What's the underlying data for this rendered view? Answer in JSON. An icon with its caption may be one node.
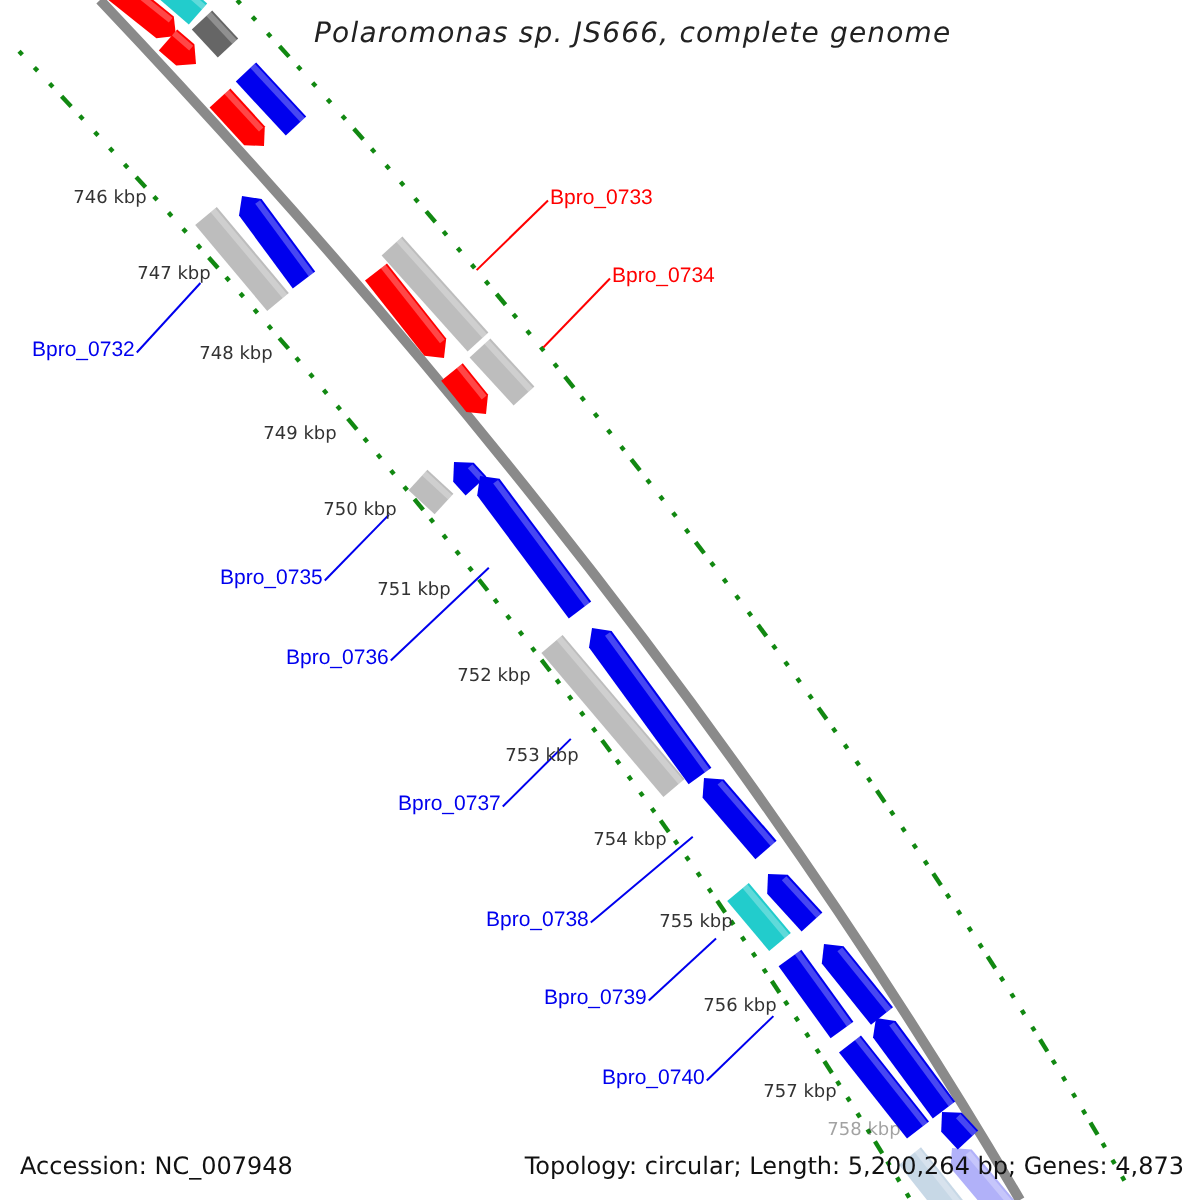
{
  "diagram": {
    "title": "Polaromonas sp. JS666, complete genome",
    "nodes": [
      {
        "text": [
          "Bpro_0733"
        ]
      },
      {
        "text": [
          "Bpro_0734"
        ]
      },
      {
        "text": [
          "Bpro_0732"
        ]
      },
      {
        "text": [
          "Bpro_0735"
        ]
      },
      {
        "text": [
          "Bpro_0736"
        ]
      },
      {
        "text": [
          "Bpro_0737"
        ]
      },
      {
        "text": [
          "Bpro_0738"
        ]
      },
      {
        "text": [
          "Bpro_0739"
        ]
      },
      {
        "text": [
          "Bpro_0740"
        ]
      },
      {
        "text": [],
        "shape": "bar"
      },
      {
        "text": [],
        "shape": "bar"
      },
      {
        "text": [],
        "shape": "bar"
      },
      {
        "text": [],
        "shape": "bar"
      },
      {
        "text": [],
        "shape": "bar"
      },
      {
        "text": [],
        "shape": "bar"
      },
      {
        "text": [],
        "shape": "bar"
      },
      {
        "text": [],
        "shape": "bar"
      },
      {
        "text": [],
        "shape": "bar"
      },
      {
        "text": [],
        "shape": "bar"
      },
      {
        "text": [],
        "shape": "bar"
      },
      {
        "text": [],
        "shape": "bar"
      },
      {
        "text": [],
        "shape": "bar"
      },
      {
        "text": [],
        "shape": "bar"
      },
      {
        "text": [],
        "shape": "bar"
      },
      {
        "text": [],
        "shape": "bar"
      },
      {
        "text": [],
        "shape": "bar"
      },
      {
        "text": [],
        "shape": "bar"
      },
      {
        "text": [],
        "shape": "bar"
      },
      {
        "text": [],
        "shape": "bar"
      },
      {
        "text": [],
        "shape": "bar"
      },
      {
        "text": [],
        "shape": "bar"
      },
      {
        "text": [],
        "shape": "bar"
      },
      {
        "text": [],
        "shape": "bar"
      },
      {
        "text": [],
        "shape": "bar"
      },
      {
        "text": [],
        "shape": "bar"
      },
      {
        "text": [],
        "shape": "bar"
      }
    ],
    "edges": [
      {
        "from": 0,
        "to": 17,
        "arrow": "none",
        "color": "#ff0000"
      },
      {
        "from": 1,
        "to": 19,
        "arrow": "none",
        "color": "#ff0000"
      },
      {
        "from": 2,
        "to": 16,
        "arrow": "none"
      },
      {
        "from": 3,
        "to": 22,
        "arrow": "none"
      },
      {
        "from": 4,
        "to": 23,
        "arrow": "none"
      },
      {
        "from": 5,
        "to": 25,
        "arrow": "none"
      },
      {
        "from": 6,
        "to": 26,
        "arrow": "none"
      },
      {
        "from": 7,
        "to": 28,
        "arrow": "none"
      },
      {
        "from": 8,
        "to": 30,
        "arrow": "none"
      }
    ],
    "labels": [
      "746 kbp",
      "747 kbp",
      "748 kbp",
      "749 kbp",
      "750 kbp",
      "751 kbp",
      "752 kbp",
      "753 kbp",
      "754 kbp",
      "755 kbp",
      "756 kbp",
      "757 kbp",
      "758 kbp",
      "Accession: NC_007948",
      "Topology: circular; Length: 5,200,264 bp; Genes: 4,873"
    ]
  }
}
